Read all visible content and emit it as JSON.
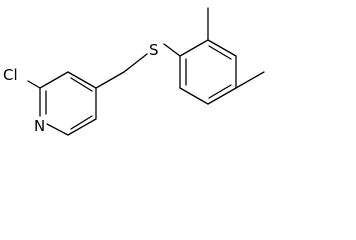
{
  "molecule": {
    "atom_labels": {
      "chlorine": "Cl",
      "nitrogen": "N",
      "sulfur": "S"
    },
    "line_color": "#000000",
    "background": "#ffffff"
  }
}
